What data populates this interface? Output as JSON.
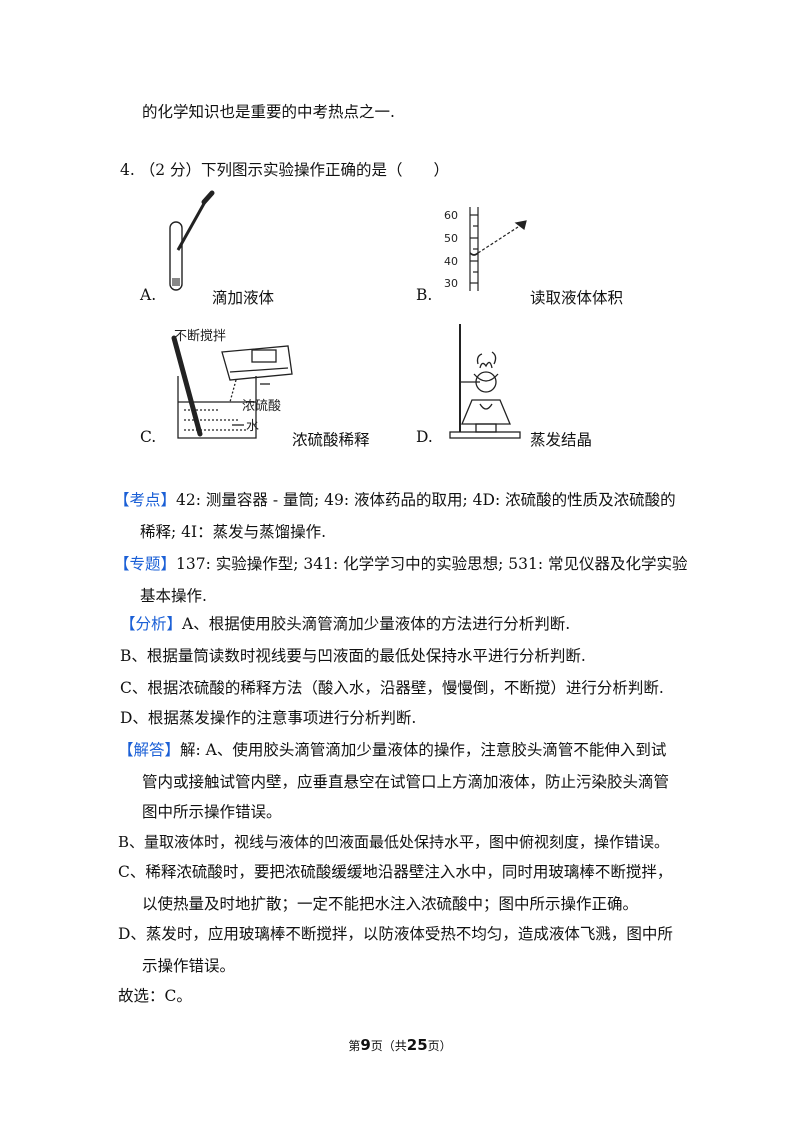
{
  "intro_tail": "的化学知识也是重要的中考热点之一.",
  "question": {
    "number": "4.",
    "score": "（2 分）",
    "stem": "下列图示实验操作正确的是（　　）"
  },
  "options": [
    {
      "letter": "A.",
      "caption": "滴加液体"
    },
    {
      "letter": "B.",
      "caption": "读取液体体积"
    },
    {
      "letter": "C.",
      "caption": "浓硫酸稀释"
    },
    {
      "letter": "D.",
      "caption": "蒸发结晶"
    }
  ],
  "figure_labels": {
    "scale": [
      "60",
      "50",
      "40",
      "30"
    ],
    "stir": "不断搅拌",
    "acid": "浓硫酸",
    "water": "水"
  },
  "kaodian": {
    "tag": "【考点】",
    "line1": "42: 测量容器 - 量筒; 49: 液体药品的取用; 4D: 浓硫酸的性质及浓硫酸的",
    "line2": "稀释;   4I：蒸发与蒸馏操作."
  },
  "zhuanti": {
    "tag": "【专题】",
    "line1": "137: 实验操作型; 341: 化学学习中的实验思想; 531: 常见仪器及化学实验",
    "line2": "基本操作."
  },
  "fenxi": {
    "tag": "【分析】",
    "line1": "A、根据使用胶头滴管滴加少量液体的方法进行分析判断.",
    "line2": "B、根据量筒读数时视线要与凹液面的最低处保持水平进行分析判断.",
    "line3": "C、根据浓硫酸的稀释方法（酸入水，沿器壁，慢慢倒，不断搅）进行分析判断.",
    "line4": "D、根据蒸发操作的注意事项进行分析判断."
  },
  "jieda": {
    "tag": "【解答】",
    "line1": "解: A、使用胶头滴管滴加少量液体的操作，注意胶头滴管不能伸入到试",
    "line2": "管内或接触试管内壁，应垂直悬空在试管口上方滴加液体，防止污染胶头滴管",
    "line3": "图中所示操作错误。",
    "line4": "B、量取液体时，视线与液体的凹液面最低处保持水平，图中俯视刻度，操作错误。",
    "line5": "C、稀释浓硫酸时，要把浓硫酸缓缓地沿器壁注入水中，同时用玻璃棒不断搅拌，",
    "line6": "以使热量及时地扩散；一定不能把水注入浓硫酸中；图中所示操作正确。",
    "line7": "D、蒸发时，应用玻璃棒不断搅拌，以防液体受热不均匀，造成液体飞溅，图中所",
    "line8": "示操作错误。",
    "line9": "故选：C。"
  },
  "footer": {
    "pre": "第",
    "page": "9",
    "mid": "页（共",
    "total": "25",
    "post": "页）"
  }
}
